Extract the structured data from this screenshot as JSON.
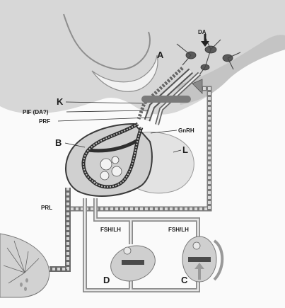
{
  "labels": {
    "A": "A",
    "B": "B",
    "C": "C",
    "D": "D",
    "K": "K",
    "L": "L",
    "DA": "DA",
    "PIF": "PIF (DA?)",
    "PRF": "PRF",
    "GnRH": "GnRH",
    "PRL": "PRL",
    "FSH_LH_left": "FSH/LH",
    "FSH_LH_right": "FSH/LH"
  },
  "colors": {
    "background": "#fafafa",
    "brain": "#d7d7d7",
    "brain_dark": "#bdbdbd",
    "pituitary": "#e3e3e3",
    "vessel": "#9a9a9a",
    "vessel_dark": "#4a4a4a",
    "organ": "#cfcfcf"
  }
}
